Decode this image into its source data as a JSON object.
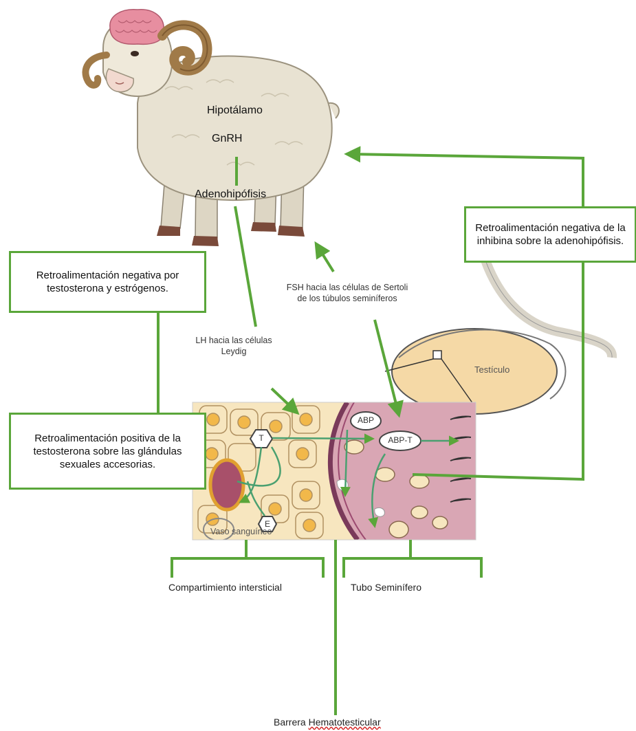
{
  "labels": {
    "hypothalamus": "Hipotálamo",
    "gnrh": "GnRH",
    "adenohypophysis": "Adenohipófisis",
    "fsh": "FSH hacia las células de Sertoli de los túbulos seminíferos",
    "lh": "LH hacia las células Leydig",
    "testicle": "Testículo",
    "abp": "ABP",
    "abp_t": "ABP-T",
    "t": "T",
    "e": "E",
    "blood_vessel": "Vaso sanguíneo",
    "interstitial": "Compartimiento intersticial",
    "seminiferous_tube": "Tubo Seminífero",
    "barrier_prefix": "Barrera",
    "barrier_word": "Hematotesticular"
  },
  "boxes": {
    "inhibin_feedback": "Retroalimentación negativa de la inhibina sobre la adenohipófisis.",
    "testosterone_feedback": "Retroalimentación negativa por testosterona y estrógenos.",
    "positive_feedback": "Retroalimentación positiva de la testosterona sobre las glándulas sexuales accesorias."
  },
  "colors": {
    "arrow_green": "#5aa63a",
    "tissue_pink": "#d9a6b4",
    "cell_cream": "#f7e6bf",
    "nucleus_orange": "#f2b84a",
    "testicle_fill": "#f5d9a6",
    "sheep_wool": "#e8e2d2",
    "brain_pink": "#e78ea0"
  }
}
